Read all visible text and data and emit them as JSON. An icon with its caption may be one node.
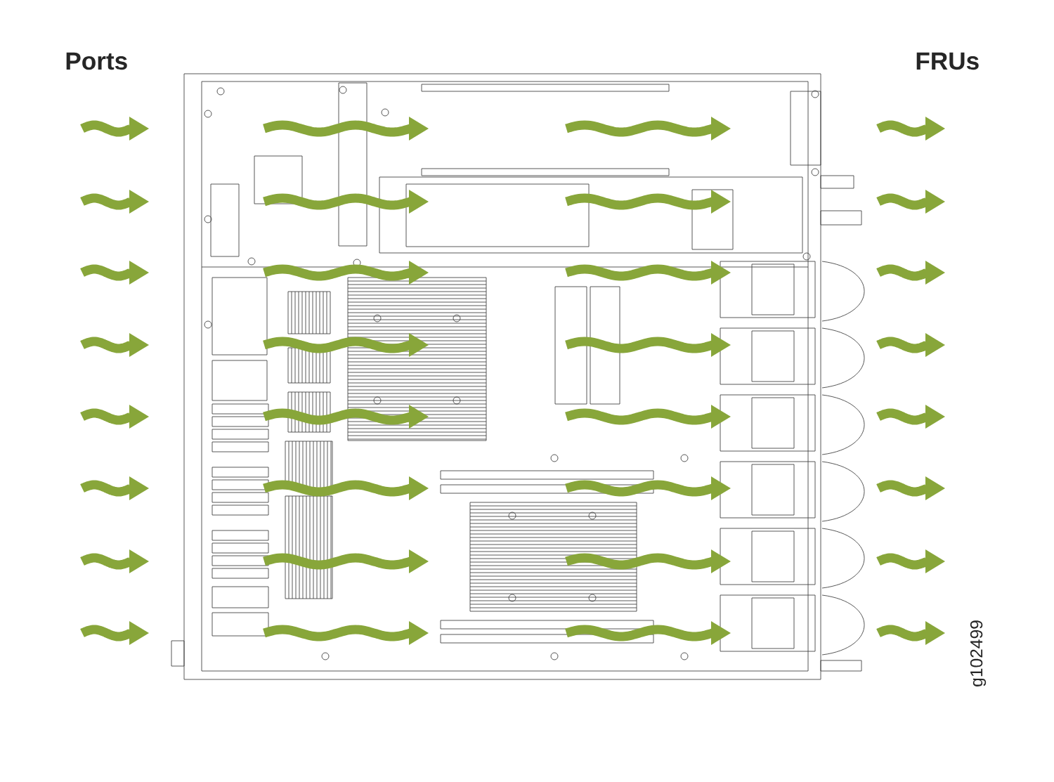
{
  "diagram": {
    "labels": [
      "Ports",
      "FRUs",
      "g102499"
    ]
  }
}
